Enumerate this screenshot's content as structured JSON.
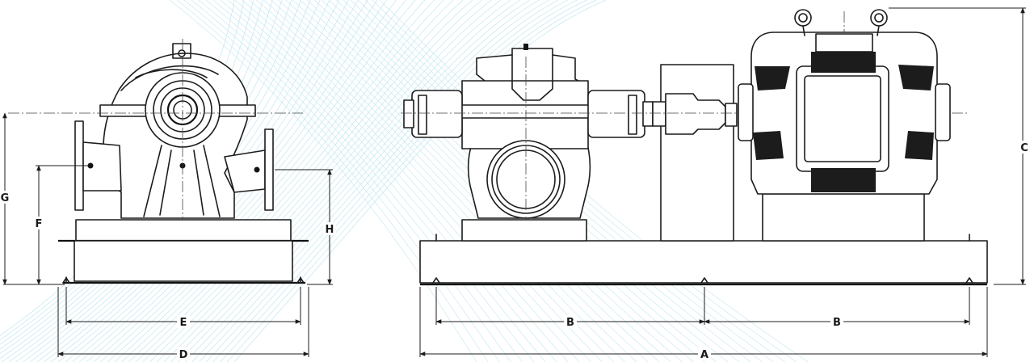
{
  "dimensions": {
    "A": "A",
    "B": "B",
    "C": "C",
    "D": "D",
    "E": "E",
    "F": "F",
    "G": "G",
    "H": "H"
  },
  "colors": {
    "line": "#1c1c1c",
    "background_pattern": "#8fd3e3",
    "background": "#ffffff"
  }
}
